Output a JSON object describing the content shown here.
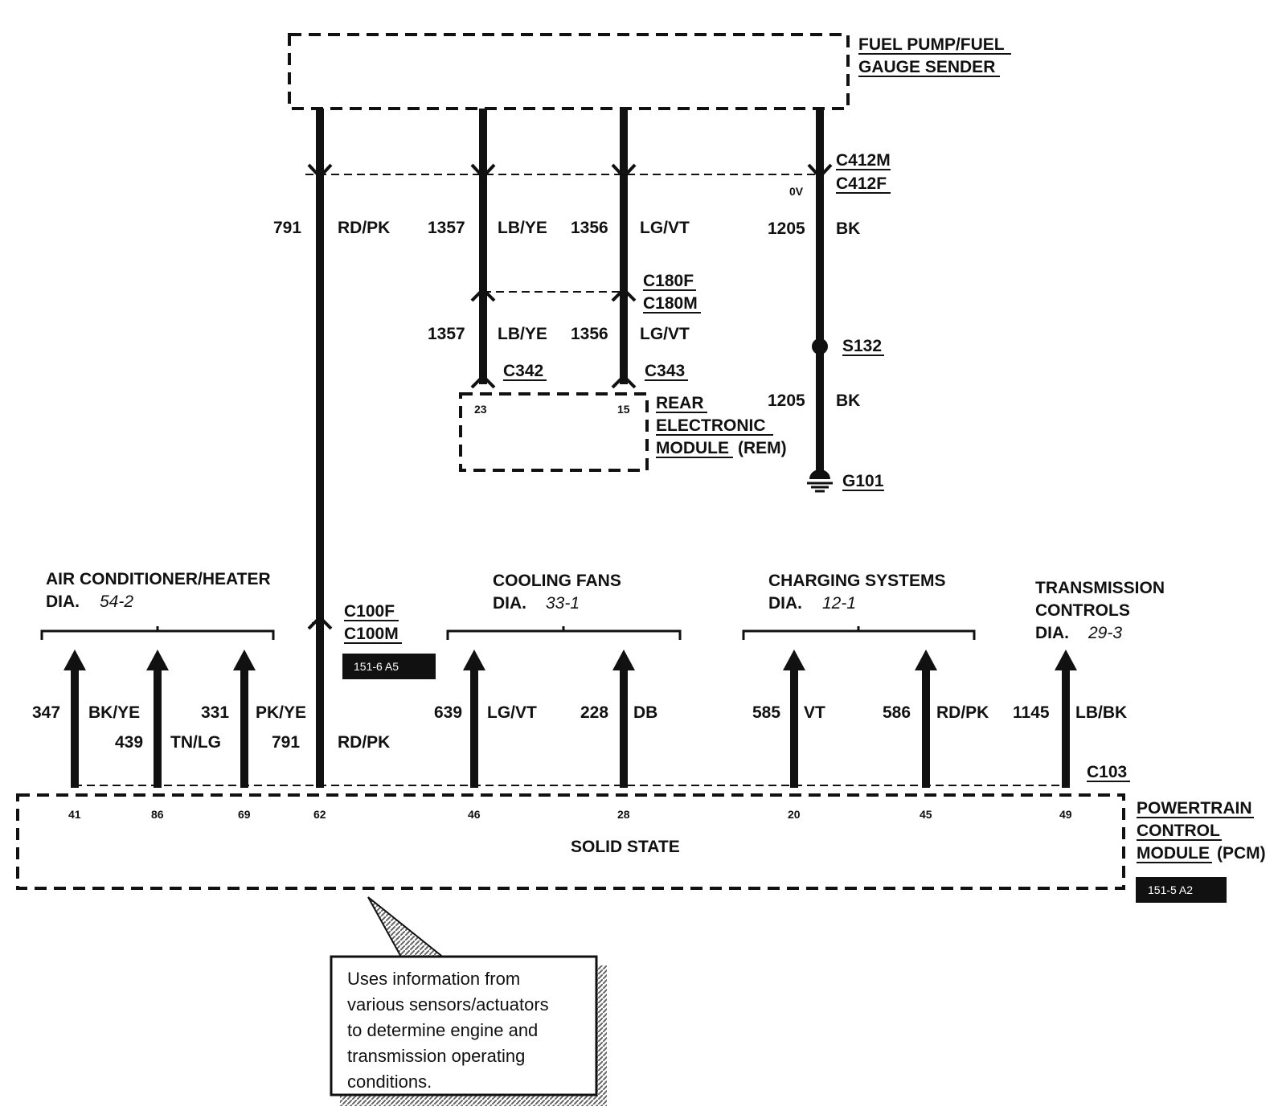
{
  "fuel_pump": {
    "line1": "FUEL PUMP/FUEL",
    "line2": "GAUGE SENDER"
  },
  "c412": {
    "top": "C412M",
    "bottom": "C412F",
    "voltage": "0V"
  },
  "c180": {
    "top": "C180F",
    "bottom": "C180M"
  },
  "c100": {
    "top": "C100F",
    "bottom": "C100M",
    "ref": "151-6 A5"
  },
  "top_wires": [
    {
      "circuit": "791",
      "color": "RD/PK"
    },
    {
      "circuit": "1357",
      "color": "LB/YE"
    },
    {
      "circuit": "1356",
      "color": "LG/VT"
    },
    {
      "circuit": "1205",
      "color": "BK"
    }
  ],
  "mid_wires": [
    {
      "circuit": "1357",
      "color": "LB/YE"
    },
    {
      "circuit": "1356",
      "color": "LG/VT"
    }
  ],
  "ground_wire": {
    "circuit": "1205",
    "color": "BK"
  },
  "connectors": {
    "c342": "C342",
    "c343": "C343",
    "c103": "C103"
  },
  "splice": "S132",
  "ground": "G101",
  "rem": {
    "line1": "REAR",
    "line2": "ELECTRONIC",
    "line3": "MODULE",
    "suffix": "(REM)",
    "pin_a": "23",
    "pin_b": "15"
  },
  "groups": {
    "ac": {
      "title": "AIR CONDITIONER/HEATER",
      "dia": "DIA.",
      "num": "54-2"
    },
    "fans": {
      "title": "COOLING FANS",
      "dia": "DIA.",
      "num": "33-1"
    },
    "charging": {
      "title": "CHARGING SYSTEMS",
      "dia": "DIA.",
      "num": "12-1"
    },
    "trans": {
      "line1": "TRANSMISSION",
      "line2": "CONTROLS",
      "dia": "DIA.",
      "num": "29-3"
    }
  },
  "pcm_wires": [
    {
      "circuit": "347",
      "color": "BK/YE",
      "pin": "41"
    },
    {
      "circuit": "439",
      "color": "TN/LG",
      "pin": "86"
    },
    {
      "circuit": "331",
      "color": "PK/YE",
      "pin": "69"
    },
    {
      "circuit": "791",
      "color": "RD/PK",
      "pin": "62"
    },
    {
      "circuit": "639",
      "color": "LG/VT",
      "pin": "46"
    },
    {
      "circuit": "228",
      "color": "DB",
      "pin": "28"
    },
    {
      "circuit": "585",
      "color": "VT",
      "pin": "20"
    },
    {
      "circuit": "586",
      "color": "RD/PK",
      "pin": "45"
    },
    {
      "circuit": "1145",
      "color": "LB/BK",
      "pin": "49"
    }
  ],
  "pcm": {
    "state": "SOLID STATE",
    "line1": "POWERTRAIN",
    "line2": "CONTROL",
    "line3": "MODULE",
    "suffix": "(PCM)",
    "ref": "151-5 A2"
  },
  "note": {
    "line1": "Uses information from",
    "line2": "various sensors/actuators",
    "line3": "to determine engine and",
    "line4": "transmission operating",
    "line5": "conditions."
  }
}
